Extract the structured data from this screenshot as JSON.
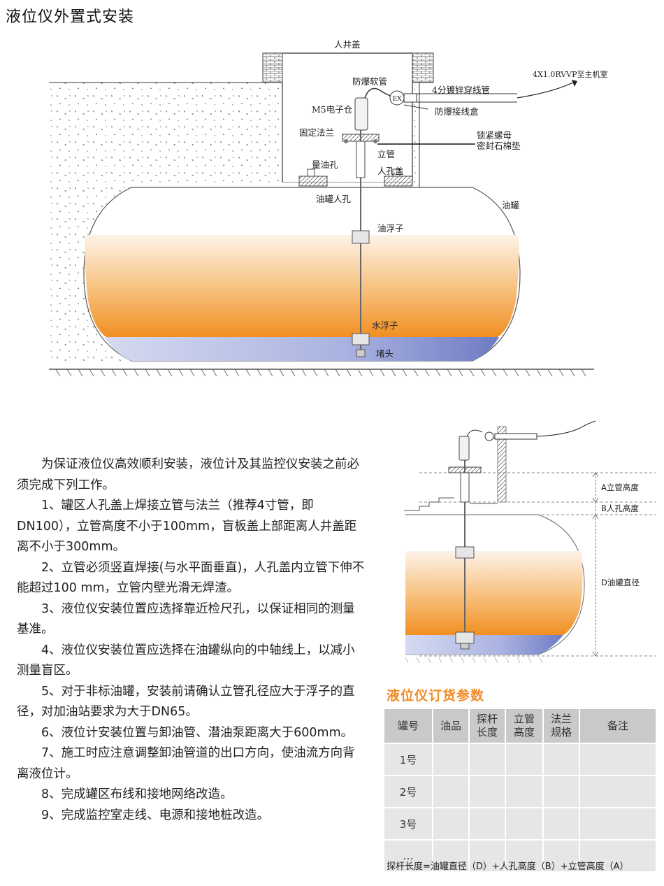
{
  "title": "液位仪外置式安装",
  "diagram1": {
    "labels": {
      "manhole_cover": "人井盖",
      "cable": "4X1.0RVVP至主机室",
      "flex_pipe": "防爆软管",
      "galv_pipe": "4分镀锌穿线管",
      "junction_box": "防爆接线盒",
      "ex_mark": "EX",
      "m5": "M5电子仓",
      "flange": "固定法兰",
      "lock_nut": "锁紧螺母",
      "asbestos": "密封石棉垫",
      "standpipe": "立管",
      "dip_hole": "量油孔",
      "manway_cover": "人孔盖",
      "tank_manway": "油罐人孔",
      "tank": "油罐",
      "oil_float": "油浮子",
      "water_float": "水浮子",
      "plug": "堵头"
    }
  },
  "diagram2": {
    "labels": {
      "a": "A立管高度",
      "b": "B人孔高度",
      "d": "D油罐直径"
    }
  },
  "instructions": [
    "为保证液位仪高效顺利安装，液位计及其监控仪安装之前必须完成下列工作。",
    "1、罐区人孔盖上焊接立管与法兰（推荐4寸管，即DN100），立管高度不小于100mm，盲板盖上部距离人井盖距离不小于300mm。",
    "2、立管必须竖直焊接(与水平面垂直)，人孔盖内立管下伸不能超过100 mm，立管内壁光滑无焊渣。",
    "3、液位仪安装位置应选择靠近检尺孔，以保证相同的测量基准。",
    "4、液位仪安装位置应选择在油罐纵向的中轴线上，以减小测量盲区。",
    "5、对于非标油罐，安装前请确认立管孔径应大于浮子的直径，对加油站要求为大于DN65。",
    "6、液位计安装位置与卸油管、潜油泵距离大于600mm。",
    "7、施工时应注意调整卸油管道的出口方向，使油流方向背离液位计。",
    "8、完成罐区布线和接地网络改造。",
    "9、完成监控室走线、电源和接地桩改造。"
  ],
  "order": {
    "title": "液位仪订货参数",
    "headers": [
      "罐号",
      "油品",
      "探杆\n长度",
      "立管\n高度",
      "法兰\n规格",
      "备注"
    ],
    "rows": [
      [
        "1号",
        "",
        "",
        "",
        "",
        ""
      ],
      [
        "2号",
        "",
        "",
        "",
        "",
        ""
      ],
      [
        "3号",
        "",
        "",
        "",
        "",
        ""
      ],
      [
        "…",
        "",
        "",
        "",
        "",
        ""
      ]
    ],
    "formula": "探杆长度=油罐直径（D）+人孔高度（B）+立管高度（A）"
  },
  "colors": {
    "oil_top": "#fdf0e3",
    "oil_bottom": "#f39a2c",
    "water_top": "#c9d0ec",
    "water_bottom": "#7b86c8",
    "accent": "#f08a24",
    "table_head": "#c9c9c9",
    "table_cell": "#e6e6e6"
  }
}
